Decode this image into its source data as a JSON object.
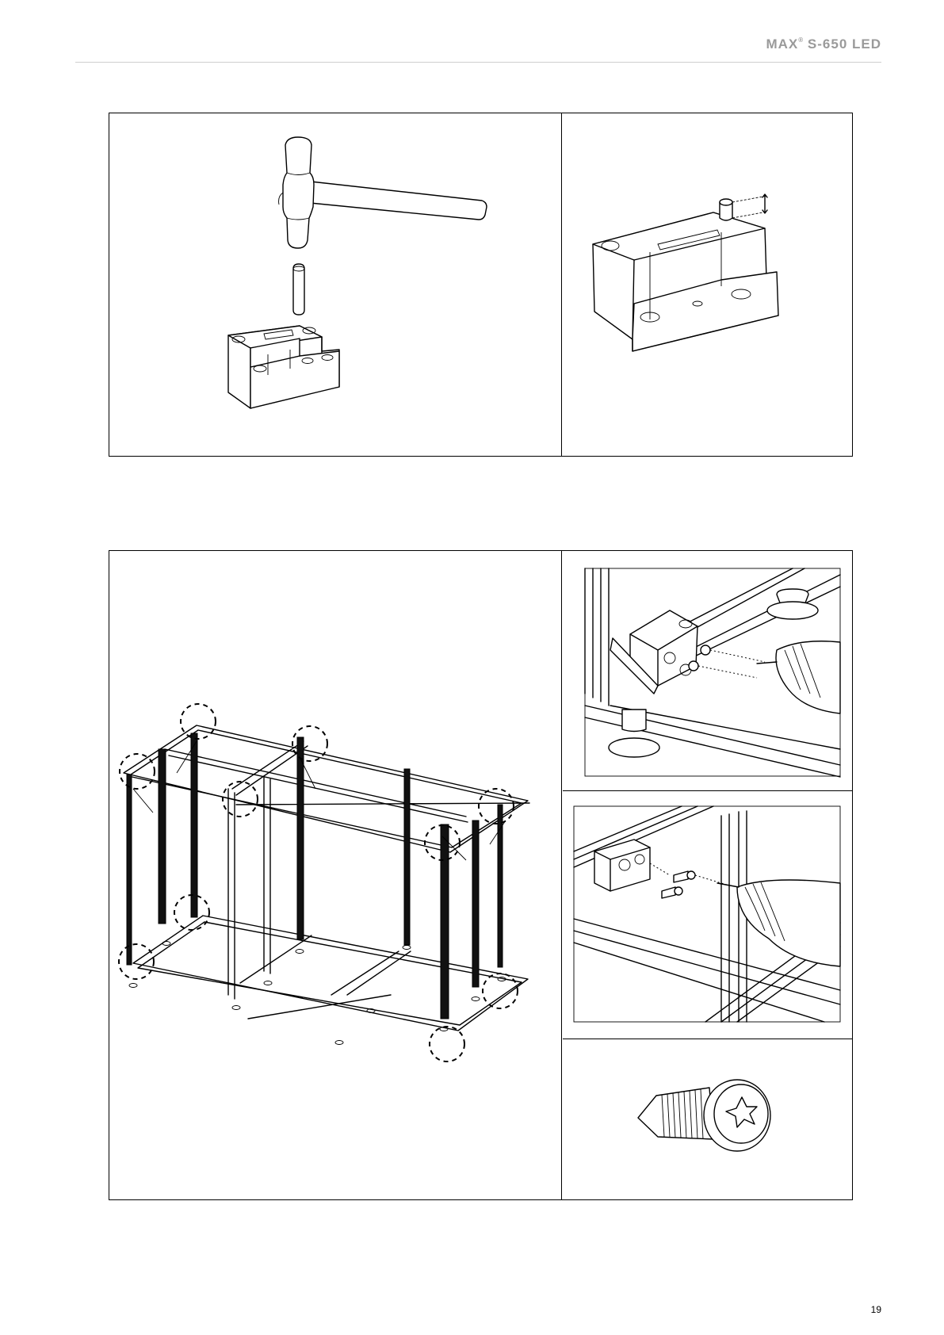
{
  "header": {
    "brand": "MAX",
    "registered_mark": "®",
    "model": "S-650 LED"
  },
  "footer": {
    "page_number": "19"
  }
}
